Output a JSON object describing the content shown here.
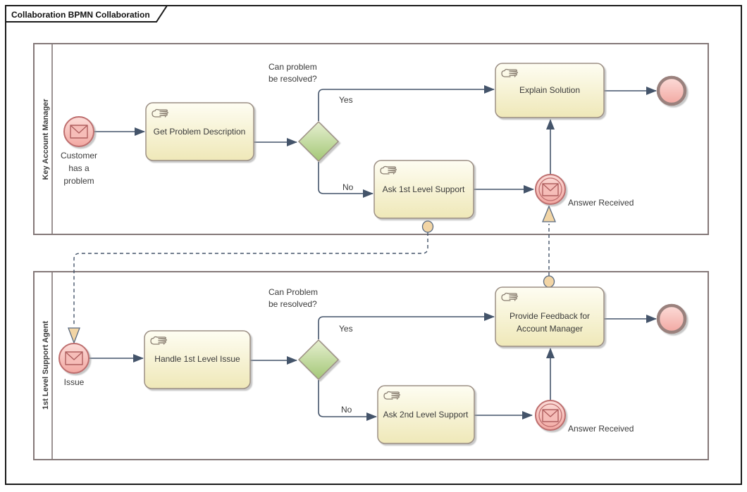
{
  "title": {
    "text": "Collaboration BPMN Collaboration"
  },
  "pools": {
    "top": {
      "label": "Key Account Manager"
    },
    "bottom": {
      "label": "1st Level Support Agent"
    }
  },
  "top_lane": {
    "start_event": {
      "line1": "Customer",
      "line2": "has a",
      "line3": "problem"
    },
    "task_get_problem": "Get Problem Description",
    "gateway_question": {
      "line1": "Can problem",
      "line2": "be resolved?"
    },
    "yes_label": "Yes",
    "no_label": "No",
    "task_explain_solution": "Explain Solution",
    "task_ask_first_level": "Ask 1st Level Support",
    "answer_received_label": "Answer Received"
  },
  "bottom_lane": {
    "start_event_label": "Issue",
    "task_handle_issue": "Handle 1st Level Issue",
    "gateway_question": {
      "line1": "Can Problem",
      "line2": "be resolved?"
    },
    "yes_label": "Yes",
    "no_label": "No",
    "task_provide_feedback": {
      "line1": "Provide Feedback for",
      "line2": "Account Manager"
    },
    "task_ask_second_level": "Ask 2nd Level Support",
    "answer_received_label": "Answer Received"
  },
  "icons": {
    "task_marker": "manual-task-hand-icon",
    "event_marker": "message-envelope-icon"
  },
  "colors": {
    "sequence_flow": "#44546A",
    "node_border": "#9C8F84",
    "task_fill_top": "#FEFDF2",
    "task_fill_bottom": "#EFE8B8",
    "gateway_fill_top": "#E6EFD0",
    "gateway_fill_bottom": "#A3C776",
    "event_fill_top": "#FCDCD8",
    "event_fill_bottom": "#F2A8A2",
    "event_border": "#BE6E6E",
    "end_event_border": "#9A817D",
    "message_accent_fill": "#F2D5A5",
    "pool_border": "#847878"
  }
}
